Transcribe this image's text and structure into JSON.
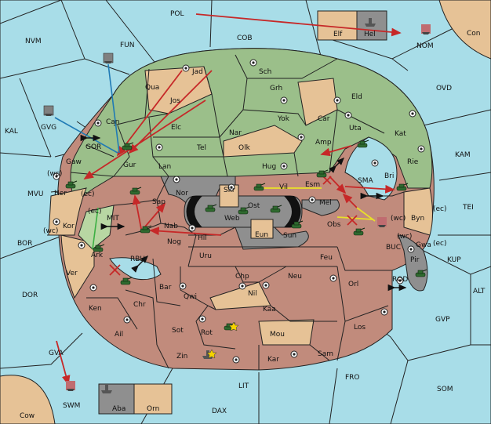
{
  "map": {
    "colors": {
      "sea": "#a8dde8",
      "green_power": "#9bbf8a",
      "red_power": "#c18b7c",
      "neutral_tan": "#e6c296",
      "grey_power": "#8f8f8f",
      "order_red": "#c62828",
      "order_blue": "#1f7ab5",
      "order_green": "#3cb043",
      "order_yellow": "#e8e02a"
    },
    "sea_labels": {
      "pol": "POL",
      "nvm": "NVM",
      "fun": "FUN",
      "cob": "COB",
      "nom": "NOM",
      "con": "Con",
      "ovd": "OVD",
      "kal": "KAL",
      "gvg": "GVG",
      "gor": "GOR",
      "mvu": "MVU",
      "kam": "KAM",
      "sma": "SMA",
      "tei": "TEI",
      "mit": "MIT",
      "bor": "BOR",
      "rbu": "RBU",
      "buc": "BUC",
      "kup": "KUP",
      "rod": "ROD",
      "dor": "DOR",
      "alt": "ALT",
      "gvp": "GVP",
      "gva": "GVA",
      "fro": "FRO",
      "som": "SOM",
      "lit": "LIT",
      "swm": "SWM",
      "dax": "DAX",
      "cow": "Cow"
    },
    "land_labels": {
      "elf": "Elf",
      "hel": "Hel",
      "jad": "Jad",
      "sch": "Sch",
      "qua": "Qua",
      "jos": "Jos",
      "grh": "Grh",
      "eld": "Eld",
      "can": "Can",
      "yok": "Yok",
      "car": "Car",
      "uta": "Uta",
      "kat": "Kat",
      "nar": "Nar",
      "elc": "Elc",
      "amp": "Amp",
      "tel": "Tel",
      "olk": "Olk",
      "rie": "Rie",
      "gaw": "Gaw",
      "gur": "Gur",
      "lan": "Lan",
      "hug": "Hug",
      "bri": "Bri",
      "her": "Her",
      "nor": "Nor",
      "skr": "Skr",
      "ost": "Ost",
      "vil": "Vil",
      "esm": "Esm",
      "sap": "Sap",
      "web": "Web",
      "mel": "Mel",
      "byn": "Byn",
      "kor": "Kor",
      "nab": "Nab",
      "eun": "Eun",
      "sun": "Sun",
      "obs": "Obs",
      "hil": "Hil",
      "gwa": "Gwa",
      "nog": "Nog",
      "ark": "Ark",
      "uru": "Uru",
      "feu": "Feu",
      "pir": "Pir",
      "ver": "Ver",
      "chp": "Chp",
      "neu": "Neu",
      "orl": "Orl",
      "bar": "Bar",
      "qwi": "Qwi",
      "nil": "Nil",
      "ken": "Ken",
      "chr": "Chr",
      "kaa": "Kaa",
      "los": "Los",
      "ail": "Ail",
      "sot": "Sot",
      "rot": "Rot",
      "mou": "Mou",
      "zin": "Zin",
      "kar": "Kar",
      "sam": "Sam",
      "aba": "Aba",
      "orn": "Orn"
    },
    "coast_markers": [
      "(wc)",
      "(ec)",
      "(ec)",
      "(wc)",
      "(wc)",
      "(ec)",
      "(ec)",
      "(wc)"
    ]
  }
}
